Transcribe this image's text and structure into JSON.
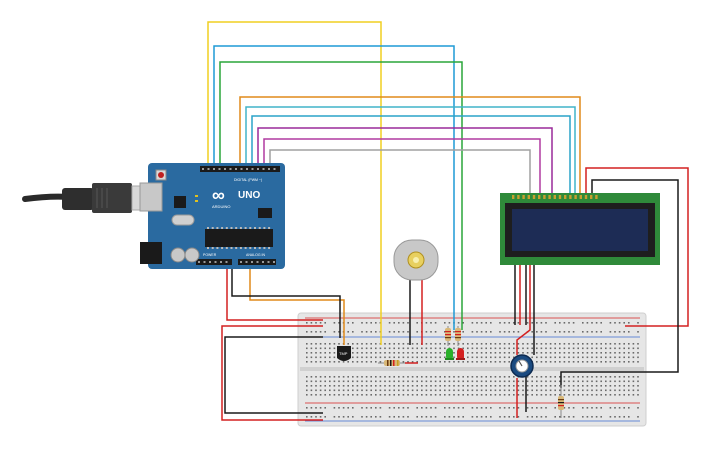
{
  "arduino": {
    "logo_text": "∞",
    "brand": "ARDUINO",
    "model": "UNO",
    "digital_header": "DIGITAL (PWM ~)",
    "power_header": "POWER",
    "analog_header": "ANALOG IN"
  },
  "sensor": {
    "label": "TMP"
  },
  "colors": {
    "board": "#2a6aa0",
    "board_dark": "#1f5480",
    "breadboard": "#e4e4e4",
    "lcd_pcb": "#2f8a3a",
    "lcd_screen": "#1d2c55",
    "wire_yellow": "#f0cf20",
    "wire_blue": "#1f9ad6",
    "wire_green": "#2aa53a",
    "wire_orange": "#e08a1a",
    "wire_teal": "#40b3c8",
    "wire_purple": "#9a2a9a",
    "wire_gray": "#9a9a9a",
    "wire_red": "#d42020",
    "wire_black": "#1a1a1a"
  }
}
